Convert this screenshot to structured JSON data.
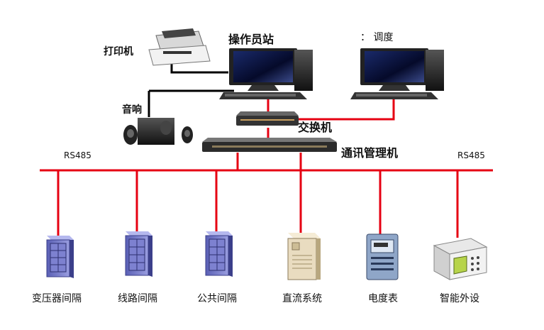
{
  "labels": {
    "operator_station": "操作员站",
    "dispatch": "： 调度",
    "printer": "打印机",
    "speaker": "音响",
    "switch": "交换机",
    "comm_manager": "通讯管理机",
    "rs485_left": "RS485",
    "rs485_right": "RS485"
  },
  "devices": [
    {
      "label": "变压器间隔",
      "kind": "cabinet"
    },
    {
      "label": "线路间隔",
      "kind": "cabinet"
    },
    {
      "label": "公共间隔",
      "kind": "cabinet"
    },
    {
      "label": "直流系统",
      "kind": "dc-cabinet"
    },
    {
      "label": "电度表",
      "kind": "meter"
    },
    {
      "label": "智能外设",
      "kind": "smart-device"
    }
  ],
  "colors": {
    "link_red": "#e60012",
    "link_black": "#000000",
    "cabinet_blue": "#6f73c8",
    "dc_cabinet": "#e9dcc0",
    "meter_blue": "#8fa6c8",
    "smart_green": "#b7d44a"
  }
}
